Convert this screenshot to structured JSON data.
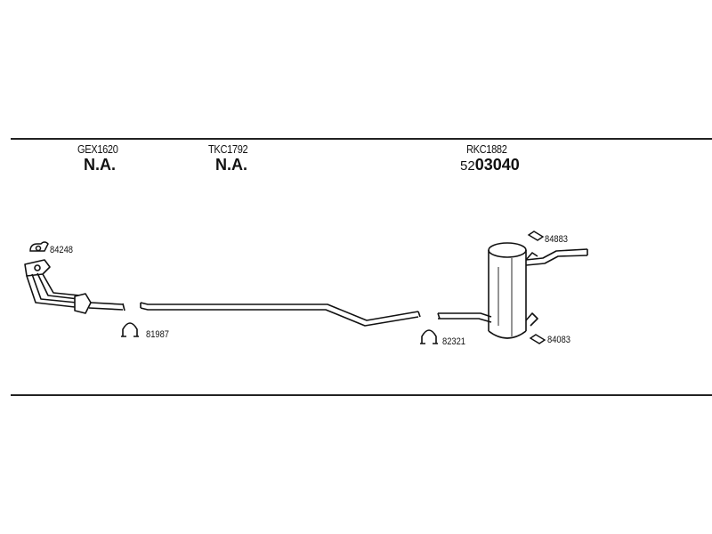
{
  "parts": [
    {
      "code": "GEX1620",
      "number": "N.A."
    },
    {
      "code": "TKC1792",
      "number": "N.A."
    },
    {
      "code": "RKC1882",
      "number_prefix": "52",
      "number": "03040"
    }
  ],
  "fittings": {
    "a": "84248",
    "b": "81987",
    "c": "82321",
    "d": "84883",
    "e": "84083"
  }
}
